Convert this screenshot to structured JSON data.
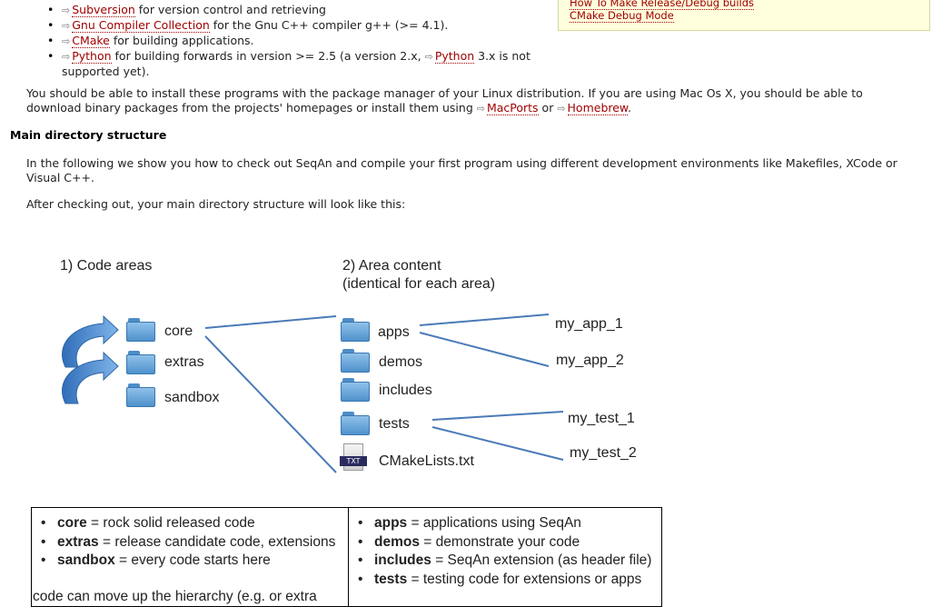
{
  "sidebar_links": [
    "How To Make Release/Debug builds",
    "CMake Debug Mode"
  ],
  "requirements": [
    {
      "link": "Subversion",
      "text": " for version control and retrieving"
    },
    {
      "link": "Gnu Compiler Collection",
      "text": " for the Gnu C++ compiler g++ (>= 4.1)."
    },
    {
      "link": "CMake",
      "text": " for building applications."
    },
    {
      "link": "Python",
      "text": " for building forwards in version >= 2.5 (a version 2.x, ",
      "link2": "Python",
      "text2": " 3.x is not supported yet)."
    }
  ],
  "install_paragraph": {
    "before": "You should be able to install these programs with the package manager of your Linux distribution. If you are using Mac Os X, you should be able to download binary packages from the projects' homepages or install them using ",
    "link1": "MacPorts",
    "middle": " or ",
    "link2": "Homebrew",
    "after": "."
  },
  "section_title": "Main directory structure",
  "intro_paragraph": "In the following we show you how to check out SeqAn and compile your first program using different development environments like Makefiles, XCode or Visual C++.",
  "after_checkout": "After checking out, your main directory structure will look like this:",
  "external_icon": "⇨",
  "diagram": {
    "heading_left": "1) Code areas",
    "heading_right_line1": "2) Area content",
    "heading_right_line2": "(identical for each area)",
    "areas": [
      "core",
      "extras",
      "sandbox"
    ],
    "contents": [
      "apps",
      "demos",
      "includes",
      "tests",
      "CMakeLists.txt"
    ],
    "txt_tag": "TXT",
    "app_items": [
      "my_app_1",
      "my_app_2"
    ],
    "test_items": [
      "my_test_1",
      "my_test_2"
    ],
    "line_color": "#4a7ab8",
    "arrow_color": "#3d7fc9"
  },
  "legend_left": [
    {
      "term": "core",
      "desc": " = rock solid released code"
    },
    {
      "term": "extras",
      "desc": " = release candidate code, extensions"
    },
    {
      "term": "sandbox",
      "desc": " = every code starts here"
    }
  ],
  "legend_right": [
    {
      "term": "apps",
      "desc": " = applications using SeqAn"
    },
    {
      "term": "demos",
      "desc": " = demonstrate your code"
    },
    {
      "term": "includes",
      "desc": " = SeqAn extension (as header file)"
    },
    {
      "term": "tests",
      "desc": " = testing code for extensions or apps"
    }
  ],
  "cutoff_text": "code can move up the hierarchy (e.g. or extra"
}
